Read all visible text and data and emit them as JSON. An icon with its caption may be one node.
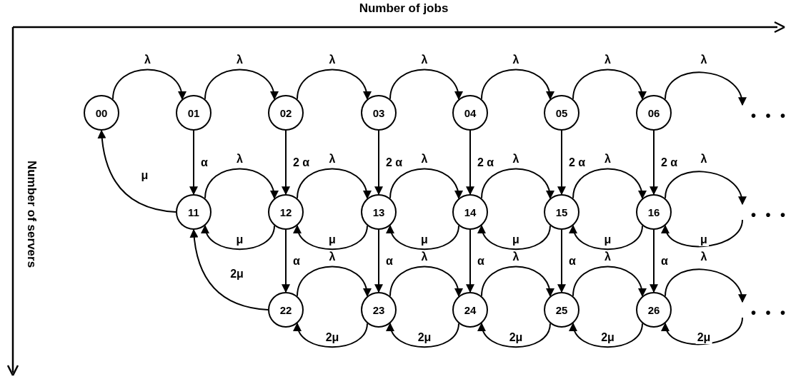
{
  "diagram": {
    "nodes": [
      {
        "text": [
          "00"
        ]
      },
      {
        "text": [
          "01"
        ]
      },
      {
        "text": [
          "02"
        ]
      },
      {
        "text": [
          "03"
        ]
      },
      {
        "text": [
          "04"
        ]
      },
      {
        "text": [
          "05"
        ]
      },
      {
        "text": [
          "06"
        ]
      },
      {
        "text": [
          "11"
        ]
      },
      {
        "text": [
          "12"
        ]
      },
      {
        "text": [
          "13"
        ]
      },
      {
        "text": [
          "14"
        ]
      },
      {
        "text": [
          "15"
        ]
      },
      {
        "text": [
          "16"
        ]
      },
      {
        "text": [
          "22"
        ]
      },
      {
        "text": [
          "23"
        ]
      },
      {
        "text": [
          "24"
        ]
      },
      {
        "text": [
          "25"
        ]
      },
      {
        "text": [
          "26"
        ]
      },
      {
        "text": [
          "• • •"
        ]
      },
      {
        "text": [
          "• • •"
        ]
      },
      {
        "text": [
          "• • •"
        ]
      }
    ],
    "edges": [
      {
        "from": 0,
        "to": 1,
        "arrow": "to",
        "label": "λ"
      },
      {
        "from": 1,
        "to": 2,
        "arrow": "to",
        "label": "λ"
      },
      {
        "from": 2,
        "to": 3,
        "arrow": "to",
        "label": "λ"
      },
      {
        "from": 3,
        "to": 4,
        "arrow": "to",
        "label": "λ"
      },
      {
        "from": 4,
        "to": 5,
        "arrow": "to",
        "label": "λ"
      },
      {
        "from": 5,
        "to": 6,
        "arrow": "to",
        "label": "λ"
      },
      {
        "from": 6,
        "to": 18,
        "arrow": "to",
        "label": "λ"
      },
      {
        "from": 1,
        "to": 7,
        "arrow": "to",
        "label": "α"
      },
      {
        "from": 2,
        "to": 8,
        "arrow": "to",
        "label": "2 α"
      },
      {
        "from": 3,
        "to": 9,
        "arrow": "to",
        "label": "2 α"
      },
      {
        "from": 4,
        "to": 10,
        "arrow": "to",
        "label": "2 α"
      },
      {
        "from": 5,
        "to": 11,
        "arrow": "to",
        "label": "2 α"
      },
      {
        "from": 6,
        "to": 12,
        "arrow": "to",
        "label": "2 α"
      },
      {
        "from": 7,
        "to": 0,
        "arrow": "to",
        "label": "μ"
      },
      {
        "from": 7,
        "to": 8,
        "arrow": "to",
        "label": "λ"
      },
      {
        "from": 8,
        "to": 9,
        "arrow": "to",
        "label": "λ"
      },
      {
        "from": 9,
        "to": 10,
        "arrow": "to",
        "label": "λ"
      },
      {
        "from": 10,
        "to": 11,
        "arrow": "to",
        "label": "λ"
      },
      {
        "from": 11,
        "to": 12,
        "arrow": "to",
        "label": "λ"
      },
      {
        "from": 12,
        "to": 19,
        "arrow": "to",
        "label": "λ"
      },
      {
        "from": 8,
        "to": 7,
        "arrow": "to",
        "label": "μ"
      },
      {
        "from": 9,
        "to": 8,
        "arrow": "to",
        "label": "μ"
      },
      {
        "from": 10,
        "to": 9,
        "arrow": "to",
        "label": "μ"
      },
      {
        "from": 11,
        "to": 10,
        "arrow": "to",
        "label": "μ"
      },
      {
        "from": 12,
        "to": 11,
        "arrow": "to",
        "label": "μ"
      },
      {
        "from": 19,
        "to": 12,
        "arrow": "to",
        "label": "μ"
      },
      {
        "from": 8,
        "to": 13,
        "arrow": "to",
        "label": "α"
      },
      {
        "from": 9,
        "to": 14,
        "arrow": "to",
        "label": "α"
      },
      {
        "from": 10,
        "to": 15,
        "arrow": "to",
        "label": "α"
      },
      {
        "from": 11,
        "to": 16,
        "arrow": "to",
        "label": "α"
      },
      {
        "from": 12,
        "to": 17,
        "arrow": "to",
        "label": "α"
      },
      {
        "from": 13,
        "to": 7,
        "arrow": "to",
        "label": "2μ"
      },
      {
        "from": 13,
        "to": 14,
        "arrow": "to",
        "label": "λ"
      },
      {
        "from": 14,
        "to": 15,
        "arrow": "to",
        "label": "λ"
      },
      {
        "from": 15,
        "to": 16,
        "arrow": "to",
        "label": "λ"
      },
      {
        "from": 16,
        "to": 17,
        "arrow": "to",
        "label": "λ"
      },
      {
        "from": 17,
        "to": 20,
        "arrow": "to",
        "label": "λ"
      },
      {
        "from": 14,
        "to": 13,
        "arrow": "to",
        "label": "2μ"
      },
      {
        "from": 15,
        "to": 14,
        "arrow": "to",
        "label": "2μ"
      },
      {
        "from": 16,
        "to": 15,
        "arrow": "to",
        "label": "2μ"
      },
      {
        "from": 17,
        "to": 16,
        "arrow": "to",
        "label": "2μ"
      },
      {
        "from": 20,
        "to": 17,
        "arrow": "to",
        "label": "2μ"
      }
    ],
    "labels": [
      "Number of jobs",
      "Number of servers"
    ]
  }
}
